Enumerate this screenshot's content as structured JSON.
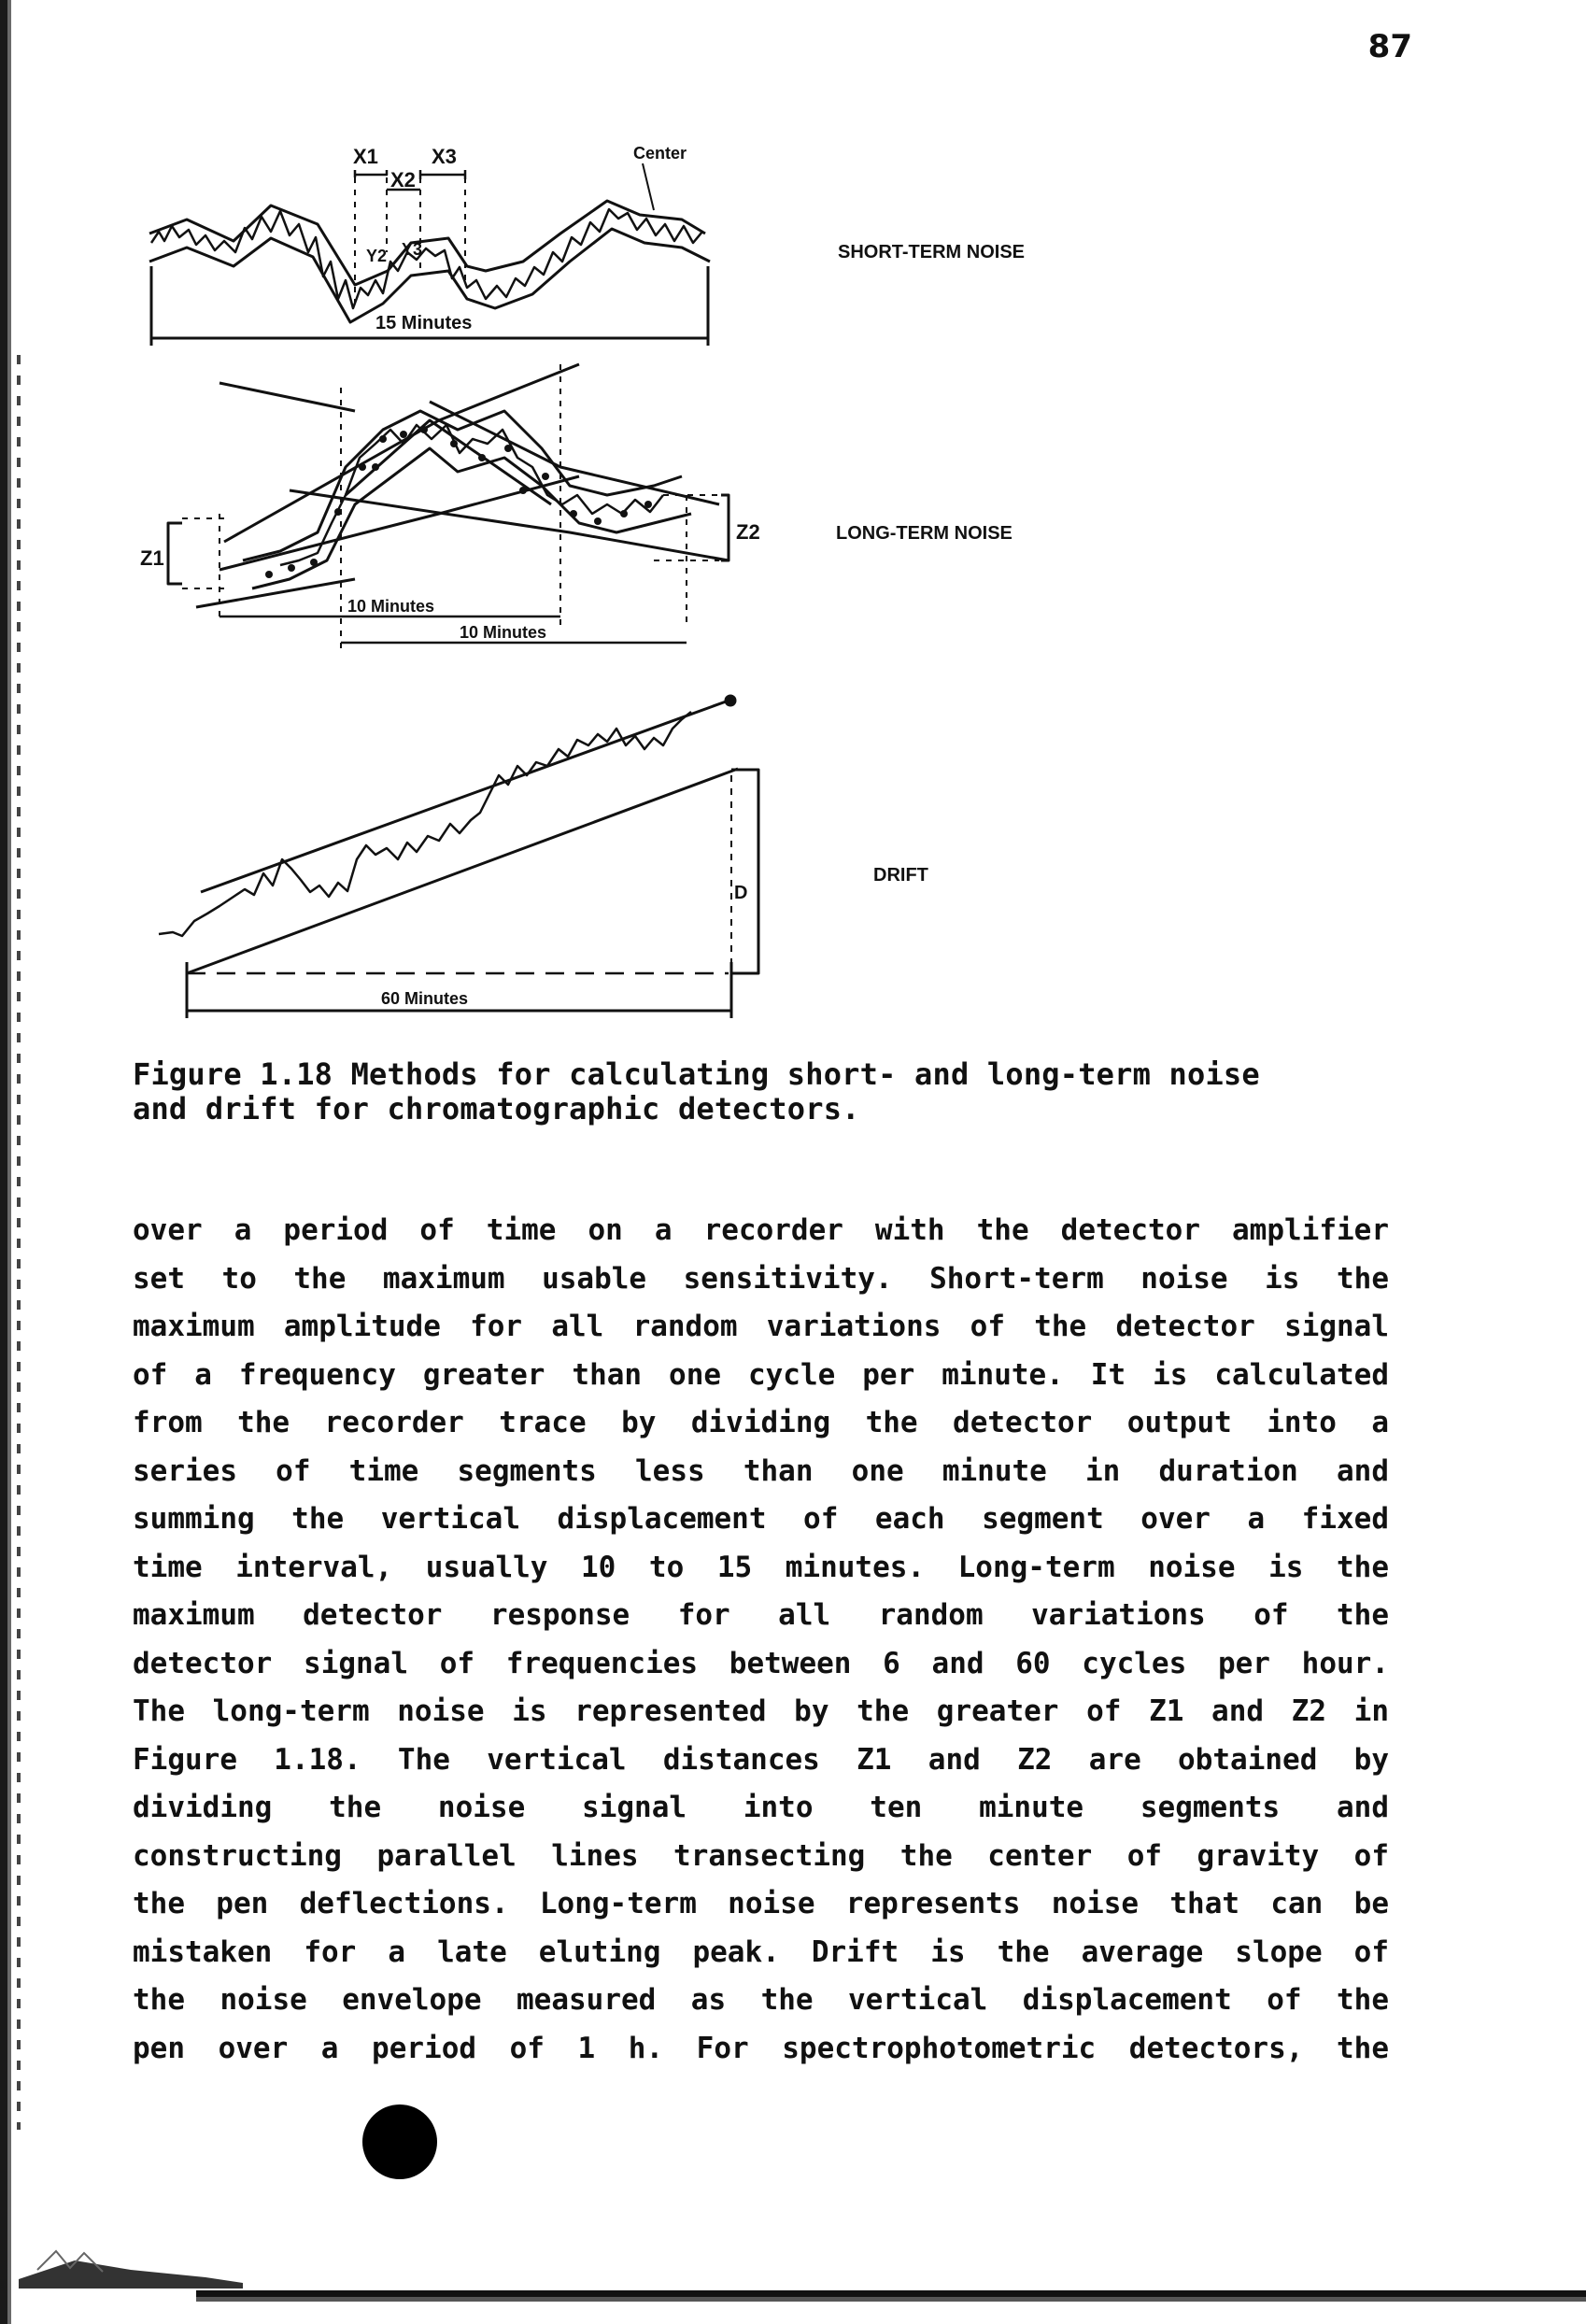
{
  "page": {
    "number": "87"
  },
  "figure": {
    "short_term": {
      "label": "SHORT-TERM NOISE",
      "x1": "X1",
      "x2": "X2",
      "x3": "X3",
      "y2": "Y2",
      "y3": "Y3",
      "center": "Center",
      "interval": "15 Minutes"
    },
    "long_term": {
      "label": "LONG-TERM NOISE",
      "z1": "Z1",
      "z2": "Z2",
      "interval_a": "10 Minutes",
      "interval_b": "10 Minutes"
    },
    "drift": {
      "label": "DRIFT",
      "d": "D",
      "interval": "60 Minutes"
    }
  },
  "caption": {
    "line1": "Figure 1.18 Methods for calculating short- and long-term noise",
    "line2": "and drift for chromatographic detectors."
  },
  "body": {
    "lines": [
      "over a period of time on a recorder with the detector amplifier",
      "set to the maximum usable sensitivity. Short-term noise is the",
      "maximum amplitude for all random variations of the detector signal",
      "of a frequency greater than one cycle per minute. It is calculated",
      "from the recorder trace by dividing the detector output into a",
      "series of time segments less than one minute in duration and",
      "summing the vertical displacement of each segment over a fixed",
      "time interval, usually 10 to 15 minutes. Long-term noise is the",
      "maximum detector response for all random variations of the",
      "detector signal of frequencies between 6 and 60 cycles per hour.",
      "The long-term noise is represented by the greater of Z1 and Z2 in",
      "Figure 1.18. The vertical distances Z1 and Z2 are obtained by",
      "dividing the noise signal into ten minute segments and",
      "constructing parallel lines transecting the center of gravity of",
      "the pen deflections. Long-term noise represents noise that can be",
      "mistaken for a late eluting peak. Drift is the average slope of",
      "the noise envelope measured as the vertical displacement of the",
      "pen over a period of 1 h. For spectrophotometric detectors, the"
    ]
  }
}
